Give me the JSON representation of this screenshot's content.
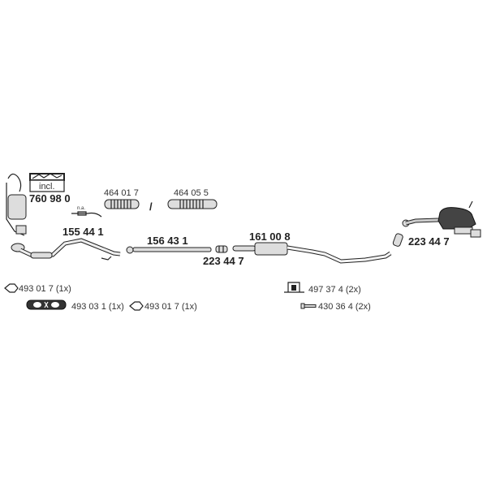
{
  "diagram": {
    "kit_box_label": "incl.",
    "parts": {
      "catalytic_converter": "760 98 0",
      "flex_pipe_a": "464 01 7",
      "separator": "/",
      "flex_pipe_b": "464 05 5",
      "sensor_note": "n.a.",
      "front_pipe": "155 44 1",
      "intermediate_pipe": "156 43 1",
      "clamp_1": "223 44 7",
      "middle_silencer": "161 00 8",
      "clamp_2": "223 44 7"
    },
    "accessories": [
      {
        "part": "493 01 7 (1x)"
      },
      {
        "part": "493 03 1 (1x)"
      },
      {
        "part": "493 01 7 (1x)"
      },
      {
        "part": "497 37 4  (2x)"
      },
      {
        "part": "430 36 4 (2x)"
      }
    ]
  }
}
